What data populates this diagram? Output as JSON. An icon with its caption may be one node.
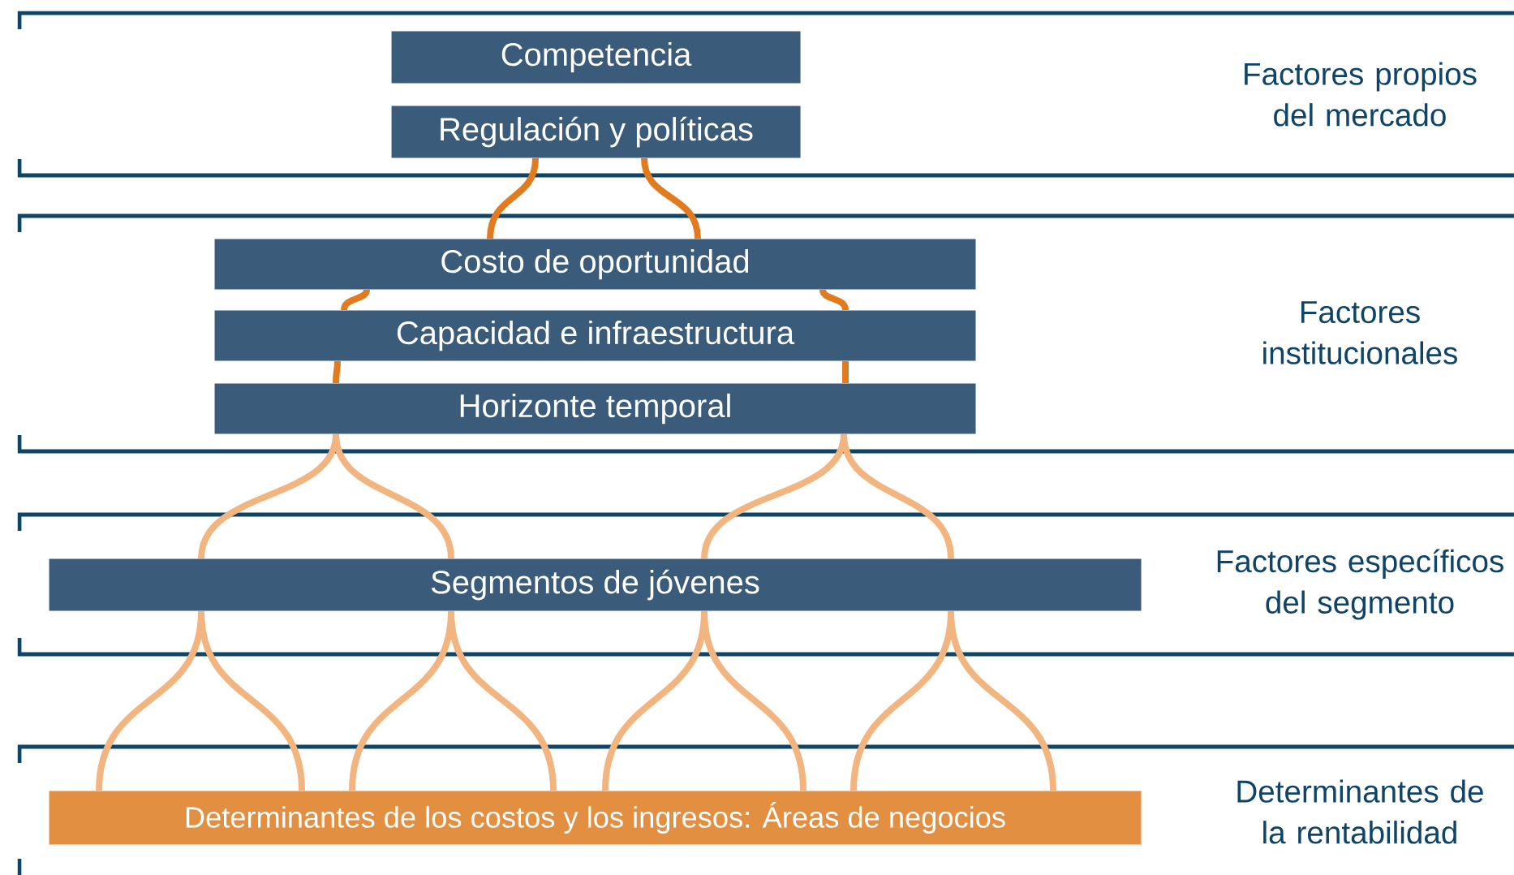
{
  "diagram": {
    "nodes": [
      {
        "text": [
          "Factores propios del mercado"
        ]
      },
      {
        "text": [
          "Competencia"
        ],
        "in": 0
      },
      {
        "text": [
          "Regulación y políticas"
        ],
        "in": 0
      },
      {
        "text": [
          "Factores institucionales"
        ]
      },
      {
        "text": [
          "Costo de oportunidad"
        ],
        "in": 3
      },
      {
        "text": [
          "Capacidad e infraestructura"
        ],
        "in": 3
      },
      {
        "text": [
          "Horizonte temporal"
        ],
        "in": 3
      },
      {
        "text": [
          "Factores específicos del segmento"
        ]
      },
      {
        "text": [
          "Segmentos de jóvenes"
        ],
        "in": 7
      },
      {
        "text": [
          "Determinantes de la rentabilidad"
        ]
      },
      {
        "text": [
          "Determinantes de los costos y los ingresos: Áreas de negocios"
        ],
        "in": 9
      }
    ],
    "edges": [
      {
        "from": 2,
        "to": 4,
        "arrow": "none",
        "color": "#e07b20"
      },
      {
        "from": 2,
        "to": 4,
        "arrow": "none",
        "color": "#e07b20"
      },
      {
        "from": 4,
        "to": 5,
        "arrow": "none",
        "color": "#e07b20"
      },
      {
        "from": 4,
        "to": 5,
        "arrow": "none",
        "color": "#e07b20"
      },
      {
        "from": 5,
        "to": 6,
        "arrow": "none",
        "color": "#e07b20"
      },
      {
        "from": 5,
        "to": 6,
        "arrow": "none",
        "color": "#e07b20"
      },
      {
        "from": 6,
        "to": 8,
        "arrow": "none"
      },
      {
        "from": 6,
        "to": 8,
        "arrow": "none"
      },
      {
        "from": 6,
        "to": 8,
        "arrow": "none"
      },
      {
        "from": 6,
        "to": 8,
        "arrow": "none"
      },
      {
        "from": 8,
        "to": 10,
        "arrow": "none"
      },
      {
        "from": 8,
        "to": 10,
        "arrow": "none"
      },
      {
        "from": 8,
        "to": 10,
        "arrow": "none"
      },
      {
        "from": 8,
        "to": 10,
        "arrow": "none"
      },
      {
        "from": 8,
        "to": 10,
        "arrow": "none"
      },
      {
        "from": 8,
        "to": 10,
        "arrow": "none"
      },
      {
        "from": 8,
        "to": 10,
        "arrow": "none"
      },
      {
        "from": 8,
        "to": 10,
        "arrow": "none"
      }
    ]
  }
}
